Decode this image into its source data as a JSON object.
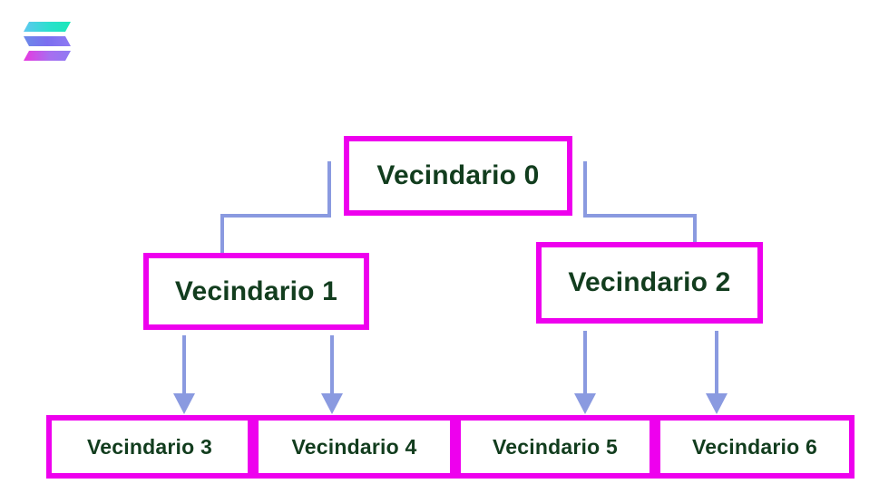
{
  "page": {
    "background_color": "#ffffff",
    "logo_name": "solana-logo"
  },
  "theme": {
    "node_border_color": "#ee00ee",
    "node_fill_color": "#ffffff",
    "node_text_color": "#123d1e",
    "edge_color": "#8a9ae0",
    "logo_gradient_start": "#1fe5c0",
    "logo_gradient_mid": "#7b6ef0",
    "logo_gradient_end": "#e838e0"
  },
  "diagram": {
    "type": "tree",
    "title": "",
    "nodes": [
      {
        "id": "n0",
        "label": "Vecindario 0",
        "level": 0
      },
      {
        "id": "n1",
        "label": "Vecindario 1",
        "level": 1
      },
      {
        "id": "n2",
        "label": "Vecindario 2",
        "level": 1
      },
      {
        "id": "n3",
        "label": "Vecindario 3",
        "level": 2
      },
      {
        "id": "n4",
        "label": "Vecindario 4",
        "level": 2
      },
      {
        "id": "n5",
        "label": "Vecindario 5",
        "level": 2
      },
      {
        "id": "n6",
        "label": "Vecindario 6",
        "level": 2
      }
    ],
    "edges": [
      {
        "from": "n0",
        "to": "n1",
        "style": "elbow",
        "arrowhead": false
      },
      {
        "from": "n0",
        "to": "n2",
        "style": "elbow",
        "arrowhead": false
      },
      {
        "from": "n1",
        "to": "n3",
        "style": "straight",
        "arrowhead": true
      },
      {
        "from": "n1",
        "to": "n4",
        "style": "straight",
        "arrowhead": true
      },
      {
        "from": "n2",
        "to": "n5",
        "style": "straight",
        "arrowhead": true
      },
      {
        "from": "n2",
        "to": "n6",
        "style": "straight",
        "arrowhead": true
      }
    ]
  }
}
